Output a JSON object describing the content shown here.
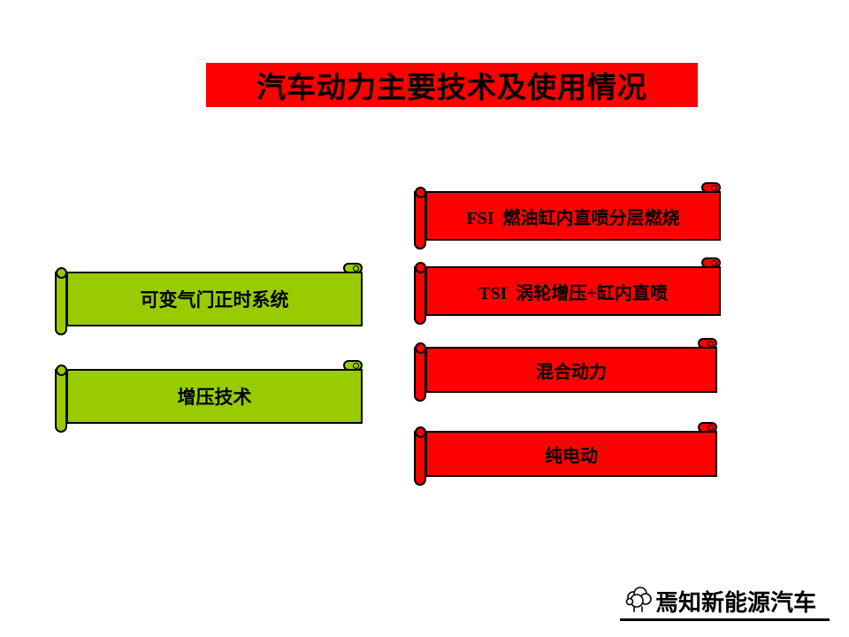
{
  "slide": {
    "title": "汽车动力主要技术及使用情况",
    "left_banners": [
      {
        "label": "可变气门正时系统"
      },
      {
        "label": "增压技术"
      }
    ],
    "right_banners": [
      {
        "label": "FSI  燃油缸内直喷分层燃烧"
      },
      {
        "label": "TSI  涡轮增压+缸内直喷"
      },
      {
        "label": "混合动力"
      },
      {
        "label": "纯电动"
      }
    ],
    "footer": {
      "watermark": "焉知新能源汽车"
    },
    "colors": {
      "title_bg": "#fe0000",
      "green_banner": "#99cc00",
      "red_banner": "#fe0000",
      "border": "#000000",
      "background": "#ffffff"
    }
  }
}
